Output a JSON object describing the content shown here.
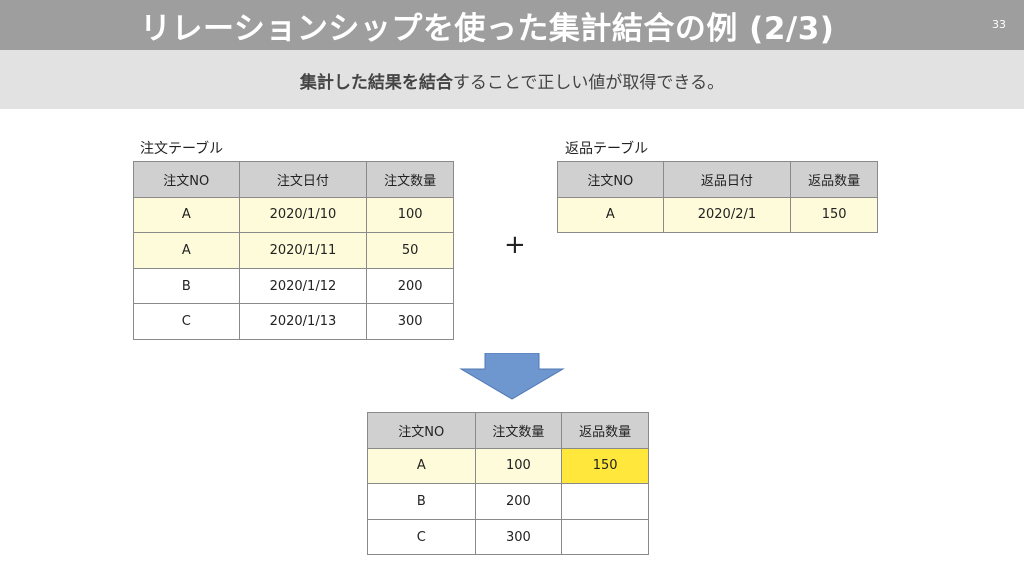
{
  "header": {
    "title": "リレーションシップを使った集計結合の例 (2/3)",
    "page_number": "33"
  },
  "subtitle": {
    "strong": "集計した結果を結合",
    "rest": "することで正しい値が取得できる。"
  },
  "orders_table": {
    "caption": "注文テーブル",
    "headers": [
      "注文NO",
      "注文日付",
      "注文数量"
    ],
    "rows": [
      [
        "A",
        "2020/1/10",
        "100"
      ],
      [
        "A",
        "2020/1/11",
        "50"
      ],
      [
        "B",
        "2020/1/12",
        "200"
      ],
      [
        "C",
        "2020/1/13",
        "300"
      ]
    ]
  },
  "returns_table": {
    "caption": "返品テーブル",
    "headers": [
      "注文NO",
      "返品日付",
      "返品数量"
    ],
    "rows": [
      [
        "A",
        "2020/2/1",
        "150"
      ]
    ]
  },
  "plus_symbol": "+",
  "result_table": {
    "headers": [
      "注文NO",
      "注文数量",
      "返品数量"
    ],
    "rows": [
      [
        "A",
        "100",
        "150"
      ],
      [
        "B",
        "200",
        ""
      ],
      [
        "C",
        "300",
        ""
      ]
    ]
  },
  "colors": {
    "title_bar": "#9e9e9e",
    "subtitle_bar": "#e2e2e2",
    "header_cell": "#d0d0d0",
    "highlight_row": "#fdfbd9",
    "highlight_cell": "#ffe83b",
    "arrow_fill": "#6e97d0"
  }
}
